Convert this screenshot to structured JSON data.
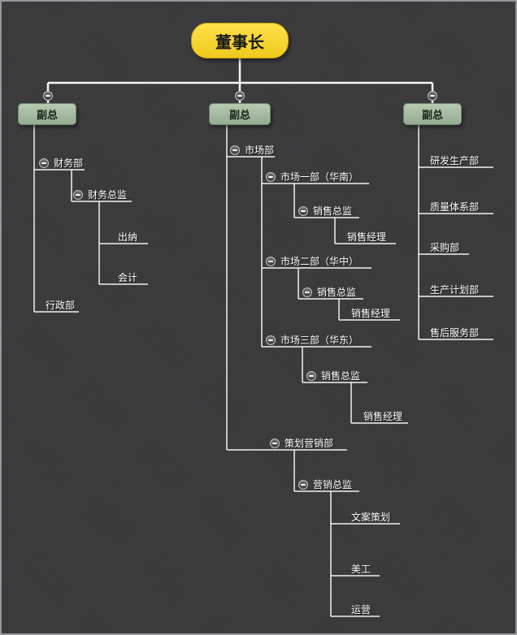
{
  "style": {
    "background": "#3c3c3e",
    "root_fill": "#f6d32a",
    "vp_fill": "#a7bda2",
    "line_color": "#f2f2f2",
    "label_color": "#ffffff"
  },
  "icons": {
    "collapse": "minus-circle"
  },
  "org": {
    "root": "董事长",
    "branches": [
      {
        "label": "副总",
        "children": [
          {
            "label": "财务部",
            "children": [
              {
                "label": "财务总监",
                "children": [
                  {
                    "label": "出纳"
                  },
                  {
                    "label": "会计"
                  }
                ]
              }
            ]
          },
          {
            "label": "行政部"
          }
        ]
      },
      {
        "label": "副总",
        "children": [
          {
            "label": "市场部",
            "children": [
              {
                "label": "市场一部（华南）",
                "children": [
                  {
                    "label": "销售总监",
                    "children": [
                      {
                        "label": "销售经理"
                      }
                    ]
                  }
                ]
              },
              {
                "label": "市场二部（华中）",
                "children": [
                  {
                    "label": "销售总监",
                    "children": [
                      {
                        "label": "销售经理"
                      }
                    ]
                  }
                ]
              },
              {
                "label": "市场三部（华东）",
                "children": [
                  {
                    "label": "销售总监",
                    "children": [
                      {
                        "label": "销售经理"
                      }
                    ]
                  }
                ]
              }
            ]
          },
          {
            "label": "策划营销部",
            "children": [
              {
                "label": "营销总监",
                "children": [
                  {
                    "label": "文案策划"
                  },
                  {
                    "label": "美工"
                  },
                  {
                    "label": "运营"
                  }
                ]
              }
            ]
          }
        ]
      },
      {
        "label": "副总",
        "children": [
          {
            "label": "研发生产部"
          },
          {
            "label": "质量体系部"
          },
          {
            "label": "采购部"
          },
          {
            "label": "生产计划部"
          },
          {
            "label": "售后服务部"
          }
        ]
      }
    ]
  }
}
